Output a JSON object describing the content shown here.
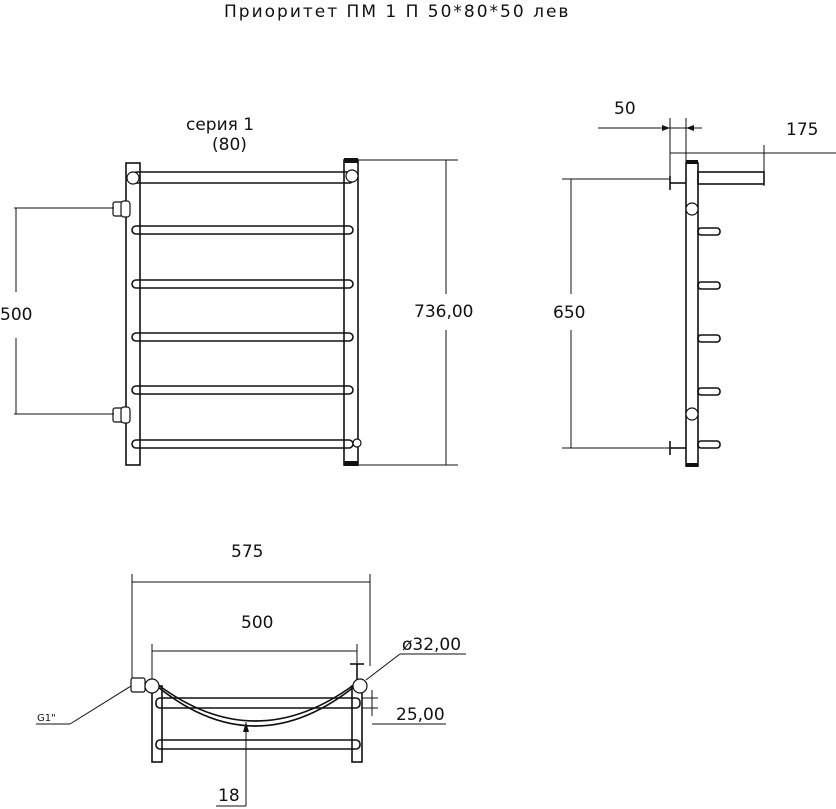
{
  "title": "Приоритет ПМ 1 П 50*80*50 лев",
  "front_view": {
    "series_label": "серия 1",
    "series_sub": "(80)",
    "dim_height": "736,00",
    "dim_connection": "500"
  },
  "side_view": {
    "dim_offset": "50",
    "dim_depth": "175",
    "dim_height": "650"
  },
  "top_view": {
    "dim_total_width": "575",
    "dim_center": "500",
    "dim_diameter": "ø32,00",
    "dim_gap": "25,00",
    "dim_small": "18",
    "thread_label": "G1\""
  }
}
